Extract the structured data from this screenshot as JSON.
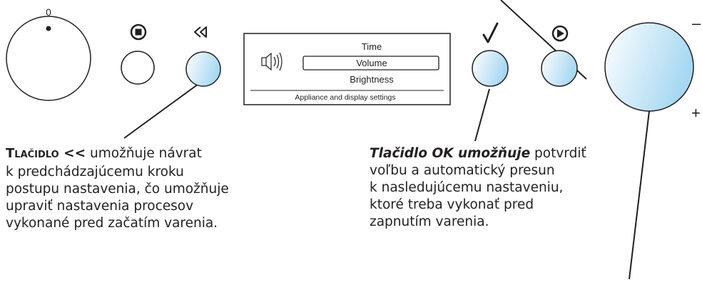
{
  "knob": {
    "label": "0"
  },
  "buttons": [
    {
      "id": "stop",
      "icon": "stop-icon"
    },
    {
      "id": "back",
      "icon": "rewind-icon"
    },
    {
      "id": "ok",
      "icon": "checkmark-icon"
    },
    {
      "id": "start",
      "icon": "play-icon"
    },
    {
      "id": "dial",
      "minus_label": "–",
      "plus_label": "+"
    }
  ],
  "display": {
    "icon": "speaker-icon",
    "menu_items": [
      "Time",
      "Volume",
      "Brightness"
    ],
    "selected_index": 1,
    "footer": "Appliance and display settings"
  },
  "callouts": {
    "back": {
      "title_first": "T",
      "title_rest": "lačidlo",
      "title_suffix": " <<",
      "line1_rest": " umožňuje návrat",
      "lines": [
        "k predchádzajúcemu kroku",
        "postupu nastavenia, čo umožňuje",
        "upraviť nastavenia procesov",
        "vykonané pred začatím varenia."
      ]
    },
    "ok": {
      "title": "Tlačidlo OK umožňuje",
      "line1_rest": " potvrdiť",
      "lines": [
        "voľbu a automatický presun",
        "k nasledujúcemu nastaveniu,",
        "ktoré treba vykonať pred",
        "zapnutím varenia."
      ]
    }
  },
  "colors": {
    "ink": "#231f20",
    "button_highlight_start": "#ffffff",
    "button_highlight_end": "#a7d8f2"
  }
}
